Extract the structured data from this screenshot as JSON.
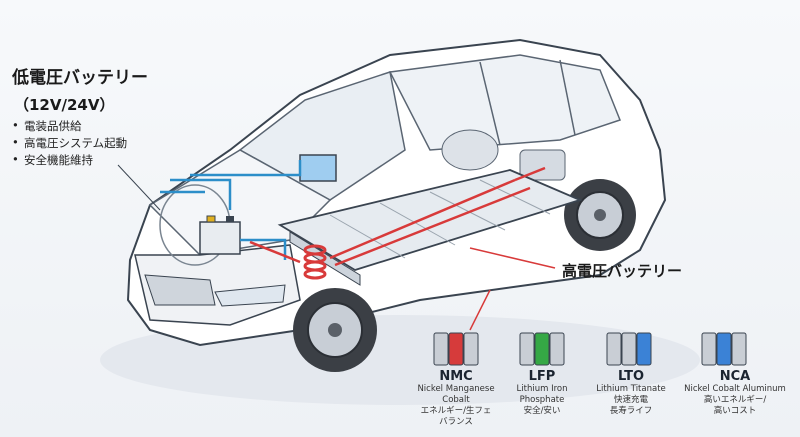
{
  "low_voltage": {
    "title": "低電圧バッテリー",
    "voltage": "（12V/24V）",
    "bullets": [
      "電装品供給",
      "高電圧システム起動",
      "安全機能維持"
    ]
  },
  "high_voltage": {
    "title": "高電圧バッテリー"
  },
  "chemistries": [
    {
      "name": "NMC",
      "lines": [
        "Nickel Manganese",
        "Cobalt",
        "エネルギー/生フェ",
        "バランス"
      ],
      "color": "#d63b3b"
    },
    {
      "name": "LFP",
      "lines": [
        "Lithium Iron",
        "Phosphate",
        "安全/安い"
      ],
      "color": "#35a845"
    },
    {
      "name": "LTO",
      "lines": [
        "Lithium Titanate",
        "快速充電",
        "長寿ライフ"
      ],
      "color": "#3b82d6"
    },
    {
      "name": "NCA",
      "lines": [
        "Nickel Cobalt Aluminum",
        "高いエネルギー/",
        "高いコスト"
      ],
      "color": "#3b82d6"
    }
  ],
  "colors": {
    "hv_wire": "#d83a3a",
    "lv_wire": "#2c8ec9",
    "outline": "#3a4450"
  }
}
